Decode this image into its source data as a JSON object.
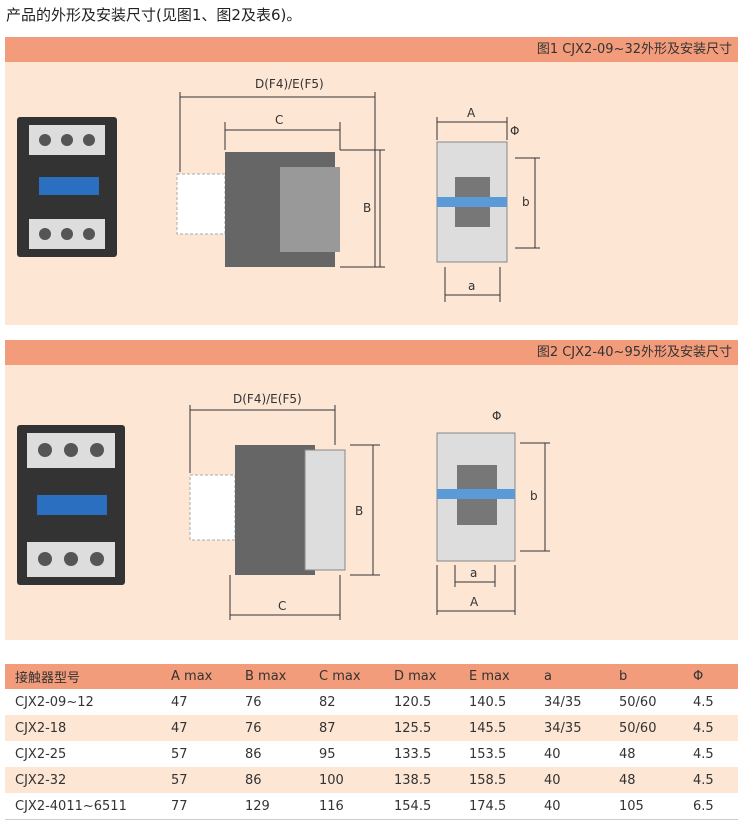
{
  "intro": "产品的外形及安装尺寸(见图1、图2及表6)。",
  "figures": [
    {
      "title": "图1 CJX2-09~32外形及安装尺寸",
      "labels": {
        "d": "D(F4)/E(F5)",
        "c": "C",
        "b_big": "B",
        "a_big": "A",
        "b": "b",
        "a": "a",
        "phi": "Φ"
      }
    },
    {
      "title": "图2 CJX2-40~95外形及安装尺寸",
      "labels": {
        "d": "D(F4)/E(F5)",
        "c": "C",
        "b_big": "B",
        "a_big": "A",
        "b": "b",
        "a": "a",
        "phi": "Φ"
      }
    }
  ],
  "table": {
    "headers": [
      "接触器型号",
      "A max",
      "B max",
      "C max",
      "D max",
      "E max",
      "a",
      "b",
      "Φ"
    ],
    "rows": [
      [
        "CJX2-09~12",
        "47",
        "76",
        "82",
        "120.5",
        "140.5",
        "34/35",
        "50/60",
        "4.5"
      ],
      [
        "CJX2-18",
        "47",
        "76",
        "87",
        "125.5",
        "145.5",
        "34/35",
        "50/60",
        "4.5"
      ],
      [
        "CJX2-25",
        "57",
        "86",
        "95",
        "133.5",
        "153.5",
        "40",
        "48",
        "4.5"
      ],
      [
        "CJX2-32",
        "57",
        "86",
        "100",
        "138.5",
        "158.5",
        "40",
        "48",
        "4.5"
      ],
      [
        "CJX2-4011~6511",
        "77",
        "129",
        "116",
        "154.5",
        "174.5",
        "40",
        "105",
        "6.5"
      ]
    ]
  }
}
